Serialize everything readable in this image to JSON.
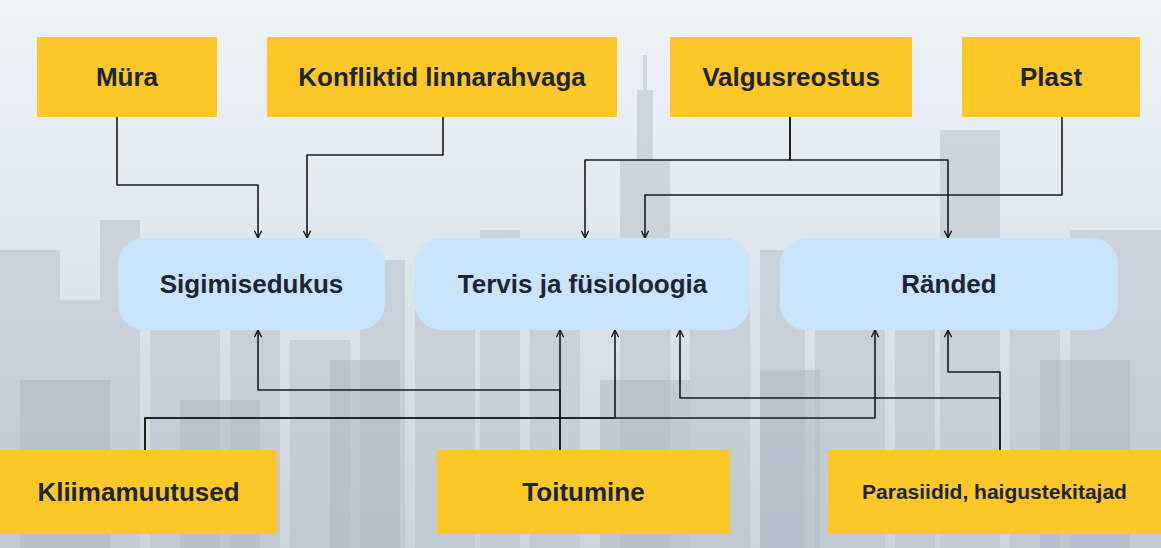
{
  "diagram": {
    "nodes": [
      {
        "text": [
          "Müra"
        ]
      },
      {
        "text": [
          "Konfliktid linnarahvaga"
        ]
      },
      {
        "text": [
          "Valgusreostus"
        ]
      },
      {
        "text": [
          "Plast"
        ]
      },
      {
        "text": [
          "Sigimisedukus"
        ]
      },
      {
        "text": [
          "Tervis ja füsioloogia"
        ]
      },
      {
        "text": [
          "Ränded"
        ]
      },
      {
        "text": [
          "Kliimamuutused"
        ]
      },
      {
        "text": [
          "Toitumine"
        ]
      },
      {
        "text": [
          "Parasiidid, haigustekitajad"
        ]
      }
    ],
    "edges": [
      {
        "from": 0,
        "to": 4,
        "arrow": "to"
      },
      {
        "from": 1,
        "to": 4,
        "arrow": "to"
      },
      {
        "from": 2,
        "to": 5,
        "arrow": "to"
      },
      {
        "from": 2,
        "to": 6,
        "arrow": "to"
      },
      {
        "from": 3,
        "to": 5,
        "arrow": "to"
      },
      {
        "from": 7,
        "to": 5,
        "arrow": "to"
      },
      {
        "from": 7,
        "to": 6,
        "arrow": "to"
      },
      {
        "from": 8,
        "to": 4,
        "arrow": "to"
      },
      {
        "from": 8,
        "to": 5,
        "arrow": "to"
      },
      {
        "from": 9,
        "to": 5,
        "arrow": "to"
      },
      {
        "from": 9,
        "to": 6,
        "arrow": "to"
      }
    ]
  }
}
